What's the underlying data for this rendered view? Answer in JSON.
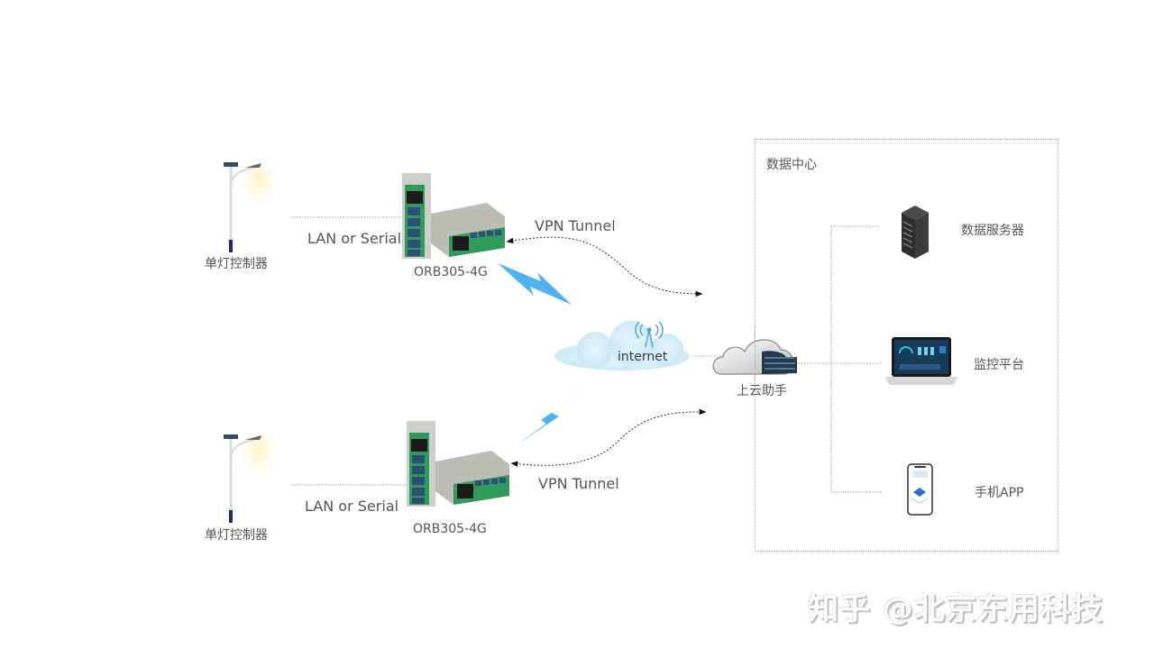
{
  "diagram": {
    "type": "network-topology",
    "sites": [
      {
        "controller_label": "单灯控制器",
        "link_label": "LAN or Serial",
        "router_label": "ORB305-4G",
        "tunnel_label": "VPN Tunnel"
      },
      {
        "controller_label": "单灯控制器",
        "link_label": "LAN or Serial",
        "router_label": "ORB305-4G",
        "tunnel_label": "VPN Tunnel"
      }
    ],
    "internet_label": "internet",
    "cloud_assistant_label": "上云助手",
    "data_center": {
      "title": "数据中心",
      "nodes": [
        {
          "label": "数据服务器",
          "icon": "server-rack-icon"
        },
        {
          "label": "监控平台",
          "icon": "laptop-dashboard-icon"
        },
        {
          "label": "手机APP",
          "icon": "smartphone-app-icon"
        }
      ]
    },
    "colors": {
      "lightning": "#4fb3ee",
      "router_green": "#2f9a5a",
      "cloud_blue": "#bfe3f5",
      "dotted_line": "#999999",
      "text": "#555555"
    }
  },
  "watermark": "知乎 @北京东用科技"
}
